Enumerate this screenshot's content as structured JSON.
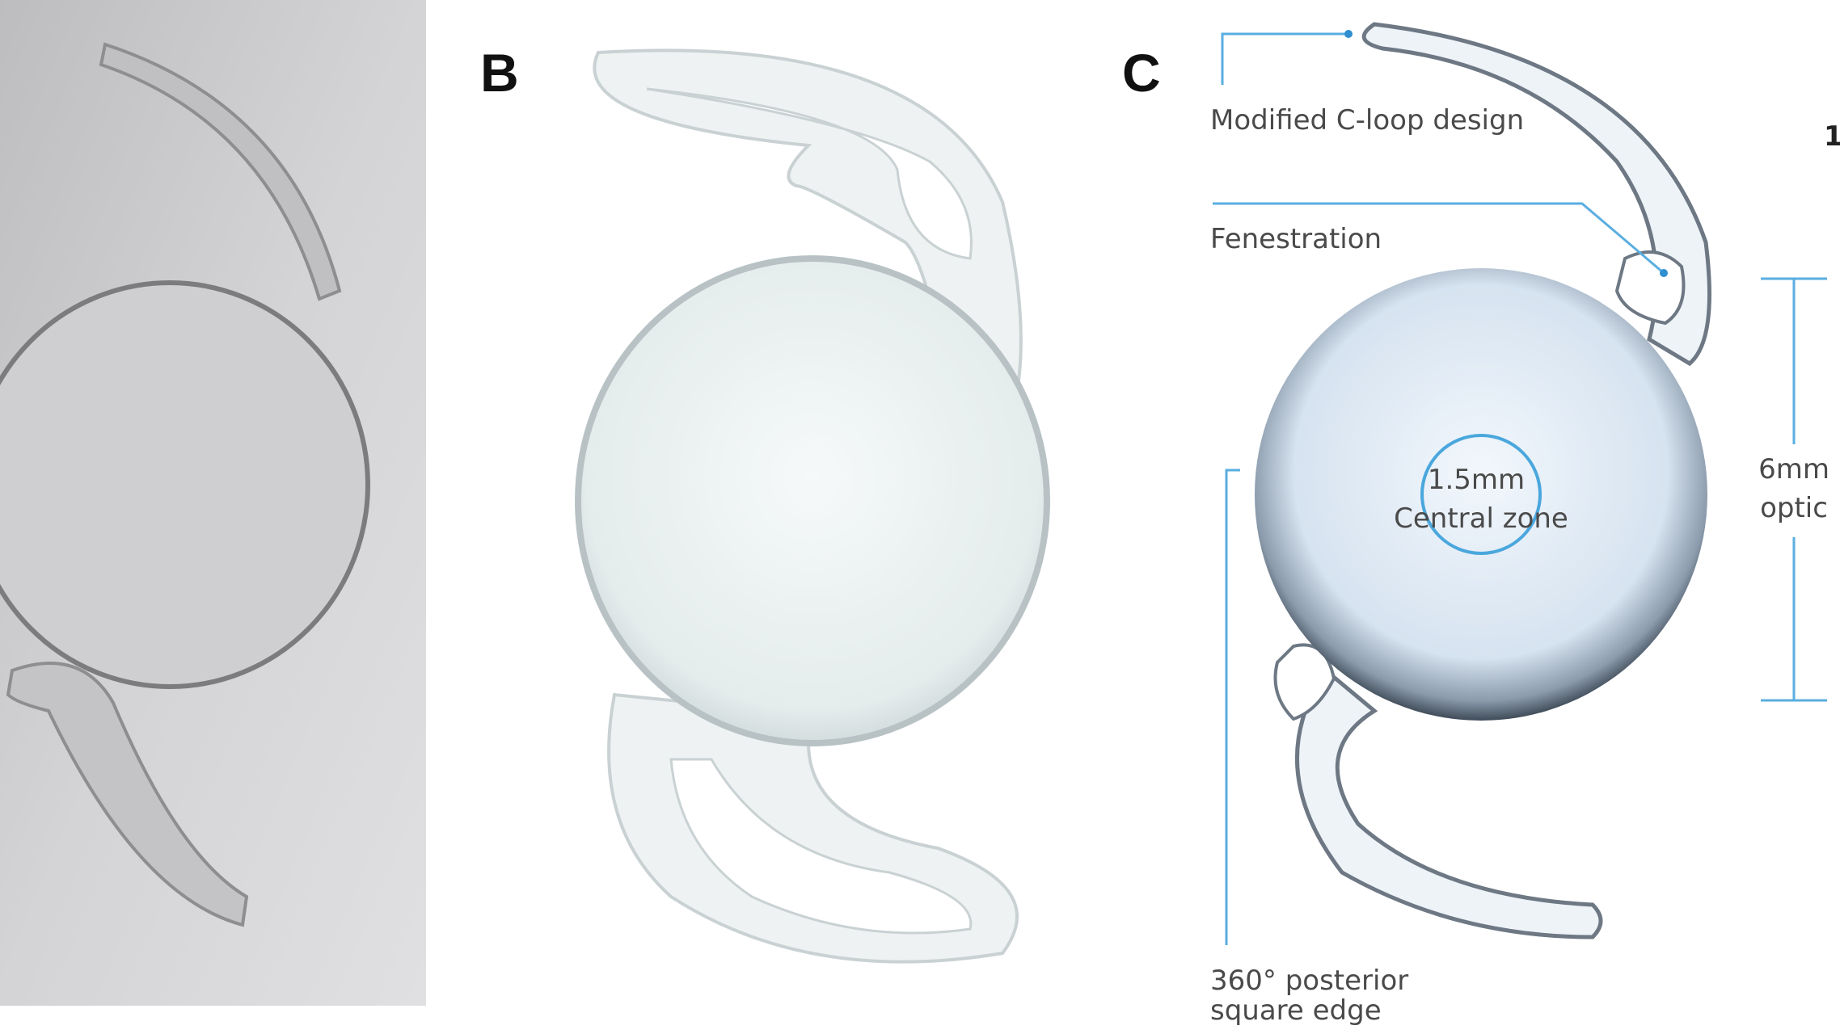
{
  "panels": {
    "a": {
      "label": ""
    },
    "b": {
      "label": "B"
    },
    "c": {
      "label": "C"
    }
  },
  "annotations": {
    "c_loop": "Modified C-loop design",
    "fenestration": "Fenestration",
    "central_zone_size": "1.5mm",
    "central_zone_label": "Central zone",
    "optic_size": "6mm",
    "optic_label": "optic",
    "edge_line1": "360° posterior",
    "edge_line2": "square edge",
    "cut_off_text": "1"
  },
  "colors": {
    "leader_lines": "#5aaee0",
    "photo_background": "#c9c9cb",
    "optic_fill": "#dfe9f3",
    "optic_edge": "#4b5a6a"
  }
}
